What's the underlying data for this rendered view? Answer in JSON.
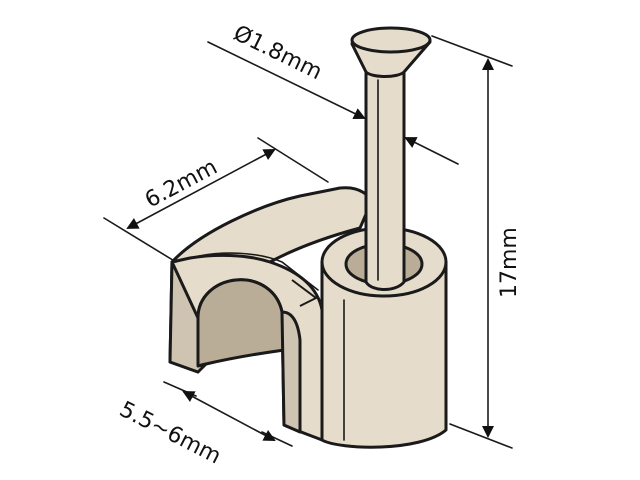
{
  "diagram": {
    "dimensions": {
      "nail_diameter": "Ø1.8mm",
      "clip_width": "6.2mm",
      "cable_range": "5.5~6mm",
      "total_height": "17mm"
    },
    "colors": {
      "body": "#e6dccb",
      "shadow": "#cfc4b1",
      "line": "#1a1a1a"
    }
  }
}
